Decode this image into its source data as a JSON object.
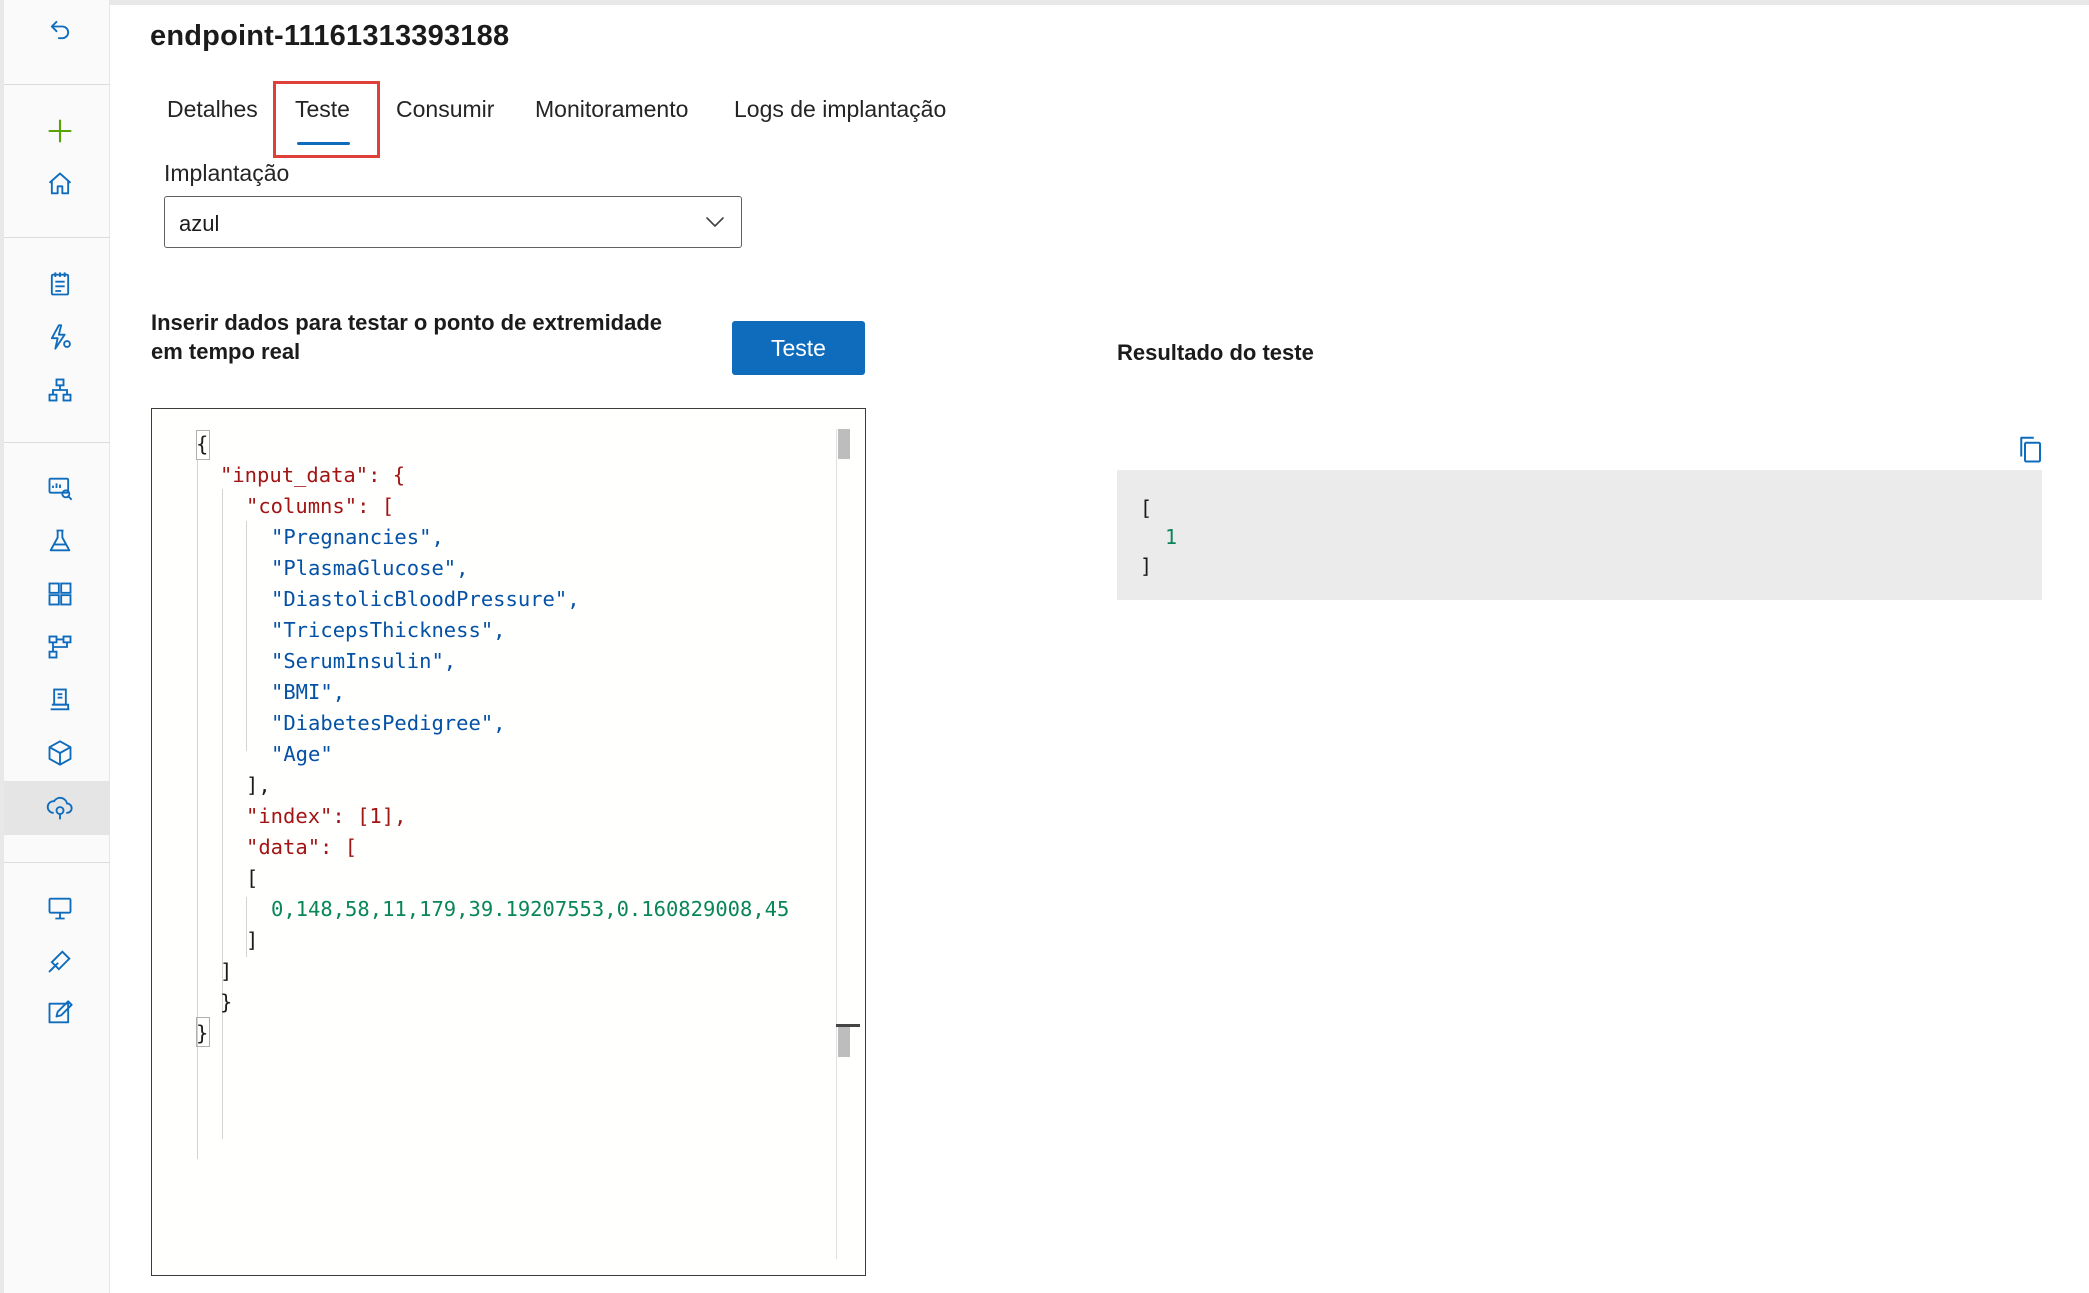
{
  "endpoint": {
    "title": "endpoint-11161313393188"
  },
  "tabs": [
    {
      "label": "Detalhes",
      "active": false
    },
    {
      "label": "Teste",
      "active": true
    },
    {
      "label": "Consumir",
      "active": false
    },
    {
      "label": "Monitoramento",
      "active": false
    },
    {
      "label": "Logs de implantação",
      "active": false
    }
  ],
  "deployment": {
    "label": "Implantação",
    "selected": "azul"
  },
  "input_section": {
    "title_line1": "Inserir dados para testar o ponto de extremidade",
    "title_line2": "em tempo real",
    "test_button": "Teste"
  },
  "editor": {
    "lines": [
      "{",
      "\"input_data\": {",
      "\"columns\": [",
      "\"Pregnancies\",",
      "\"PlasmaGlucose\",",
      "\"DiastolicBloodPressure\",",
      "\"TricepsThickness\",",
      "\"SerumInsulin\",",
      "\"BMI\",",
      "\"DiabetesPedigree\",",
      "\"Age\"",
      "],",
      "\"index\": [1],",
      "\"data\": [",
      "[",
      "0,148,58,11,179,39.19207553,0.160829008,45",
      "]",
      "]",
      "}",
      "}"
    ]
  },
  "result": {
    "title": "Resultado do teste",
    "lines": [
      "[",
      "1",
      "]"
    ]
  },
  "colors": {
    "accent": "#0f6cbd",
    "highlight": "#e0403a",
    "json_key": "#a31515",
    "json_string": "#0451a5",
    "json_number": "#098658",
    "plus": "#57a300",
    "icon": "#0f6cbd"
  },
  "sidebar": {
    "icons": [
      "back-arrow-icon",
      "plus-icon",
      "home-icon",
      "notebook-icon",
      "automl-icon",
      "designer-icon",
      "data-icon",
      "jobs-icon",
      "components-icon",
      "pipelines-icon",
      "environments-icon",
      "models-icon",
      "endpoints-icon",
      "compute-icon",
      "datastores-icon",
      "labeling-icon"
    ],
    "active": "endpoints-icon"
  }
}
